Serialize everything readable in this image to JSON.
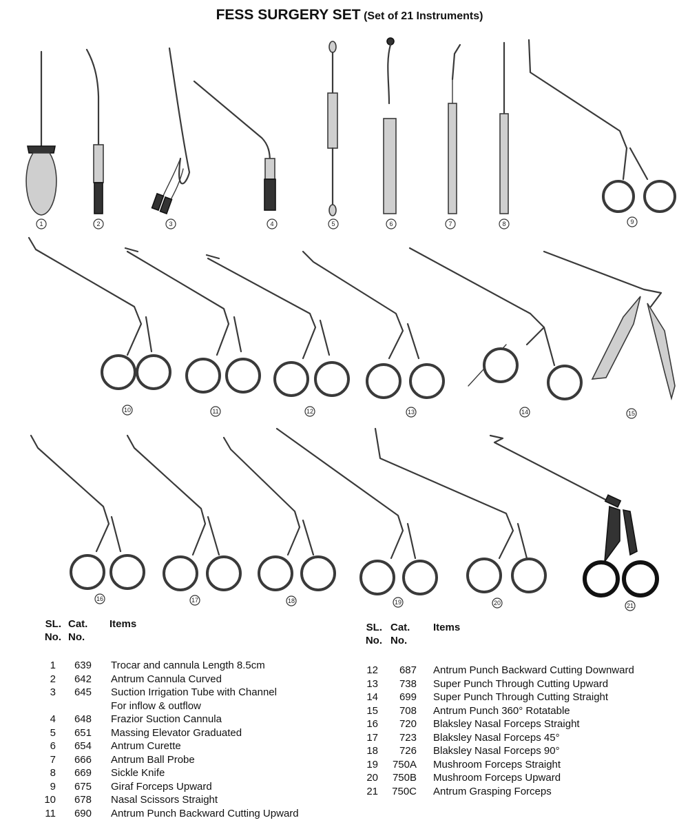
{
  "title": {
    "main": "FESS SURGERY SET",
    "sub": "(Set of 21 Instruments)"
  },
  "figure": {
    "labels": [
      "1",
      "2",
      "3",
      "4",
      "5",
      "6",
      "7",
      "8",
      "9",
      "10",
      "11",
      "12",
      "13",
      "14",
      "15",
      "16",
      "17",
      "18",
      "19",
      "20",
      "21"
    ]
  },
  "table": {
    "headers": {
      "sl": [
        "SL.",
        "No."
      ],
      "cat": [
        "Cat.",
        "No."
      ],
      "items": "Items"
    },
    "left_rows": [
      {
        "sl": "1",
        "cat": "639",
        "item": "Trocar and cannula Length 8.5cm"
      },
      {
        "sl": "2",
        "cat": "642",
        "item": "Antrum Cannula Curved"
      },
      {
        "sl": "3",
        "cat": "645",
        "item": "Suction Irrigation Tube with Channel"
      },
      {
        "sl": "",
        "cat": "",
        "item": "For inflow & outflow"
      },
      {
        "sl": "4",
        "cat": "648",
        "item": "Frazior Suction Cannula"
      },
      {
        "sl": "5",
        "cat": "651",
        "item": "Massing Elevator Graduated"
      },
      {
        "sl": "6",
        "cat": "654",
        "item": "Antrum Curette"
      },
      {
        "sl": "7",
        "cat": "666",
        "item": "Antrum Ball Probe"
      },
      {
        "sl": "8",
        "cat": "669",
        "item": "Sickle Knife"
      },
      {
        "sl": "9",
        "cat": "675",
        "item": "Giraf Forceps Upward"
      },
      {
        "sl": "10",
        "cat": "678",
        "item": "Nasal Scissors Straight"
      },
      {
        "sl": "11",
        "cat": "690",
        "item": "Antrum Punch Backward Cutting Upward"
      }
    ],
    "right_rows": [
      {
        "sl": "12",
        "cat": "687",
        "item": "Antrum Punch Backward Cutting Downward"
      },
      {
        "sl": "13",
        "cat": "738",
        "item": "Super Punch Through Cutting Upward"
      },
      {
        "sl": "14",
        "cat": "699",
        "item": "Super Punch Through Cutting Straight"
      },
      {
        "sl": "15",
        "cat": "708",
        "item": "Antrum Punch 360° Rotatable"
      },
      {
        "sl": "16",
        "cat": "720",
        "item": "Blaksley Nasal Forceps Straight"
      },
      {
        "sl": "17",
        "cat": "723",
        "item": "Blaksley Nasal Forceps 45°"
      },
      {
        "sl": "18",
        "cat": "726",
        "item": "Blaksley Nasal Forceps 90°"
      },
      {
        "sl": "19",
        "cat": "750A",
        "item": "Mushroom Forceps Straight"
      },
      {
        "sl": "20",
        "cat": "750B",
        "item": "Mushroom Forceps Upward"
      },
      {
        "sl": "21",
        "cat": "750C",
        "item": "Antrum Grasping Forceps"
      }
    ]
  }
}
